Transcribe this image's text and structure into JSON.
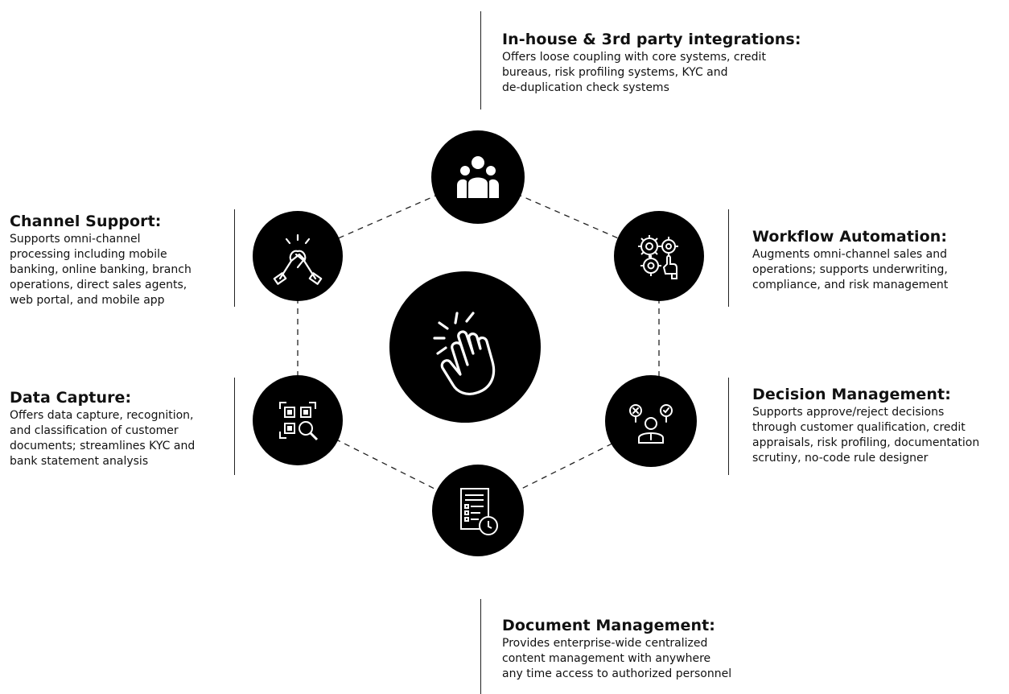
{
  "features": {
    "integrations": {
      "title": "In-house & 3rd party integrations:",
      "lines": [
        "Offers loose coupling with core systems, credit",
        "bureaus, risk profiling systems, KYC and",
        "de-duplication check systems"
      ]
    },
    "channel_support": {
      "title": "Channel Support:",
      "lines": [
        "Supports omni-channel",
        "processing including mobile",
        "banking, online banking, branch",
        "operations, direct sales agents,",
        "web portal, and mobile app"
      ]
    },
    "workflow_automation": {
      "title": "Workflow Automation:",
      "lines": [
        "Augments omni-channel sales and",
        "operations; supports underwriting,",
        "compliance, and risk management"
      ]
    },
    "data_capture": {
      "title": "Data Capture:",
      "lines": [
        "Offers data capture, recognition,",
        "and classification of customer",
        "documents; streamlines KYC and",
        "bank statement analysis"
      ]
    },
    "decision_management": {
      "title": "Decision Management:",
      "lines": [
        "Supports approve/reject decisions",
        "through customer qualification, credit",
        "appraisals, risk profiling, documentation",
        "scrutiny, no-code rule designer"
      ]
    },
    "document_management": {
      "title": "Document Management:",
      "lines": [
        "Provides enterprise-wide centralized",
        "content management with anywhere",
        "any time access to authorized personnel"
      ]
    }
  },
  "icons": {
    "center": "pointing-hand-icon",
    "integrations": "group-people-icon",
    "channel_support": "handshake-icon",
    "workflow_automation": "gears-icon",
    "data_capture": "qr-scan-icon",
    "decision_management": "decision-person-icon",
    "document_management": "document-clock-icon"
  },
  "colors": {
    "node": "#000000",
    "icon": "#ffffff",
    "text": "#111111"
  }
}
